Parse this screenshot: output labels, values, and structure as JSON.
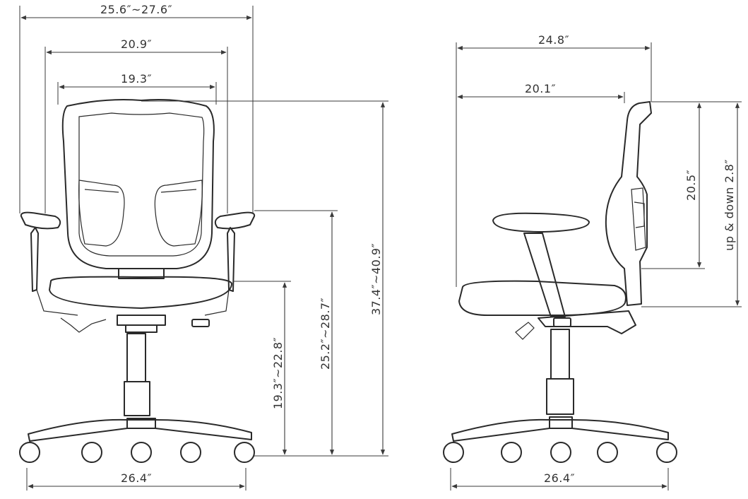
{
  "front_view": {
    "overall_width": "25.6″~27.6″",
    "arm_width": "20.9″",
    "back_width": "19.3″",
    "total_height": "37.4″~40.9″",
    "arm_height": "25.2″~28.7″",
    "seat_height": "19.3″~22.8″",
    "base_width": "26.4″"
  },
  "side_view": {
    "overall_depth": "24.8″",
    "seat_depth": "20.1″",
    "back_height": "20.5″",
    "lumbar_adjust": "up & down 2.8″",
    "base_width": "26.4″"
  }
}
